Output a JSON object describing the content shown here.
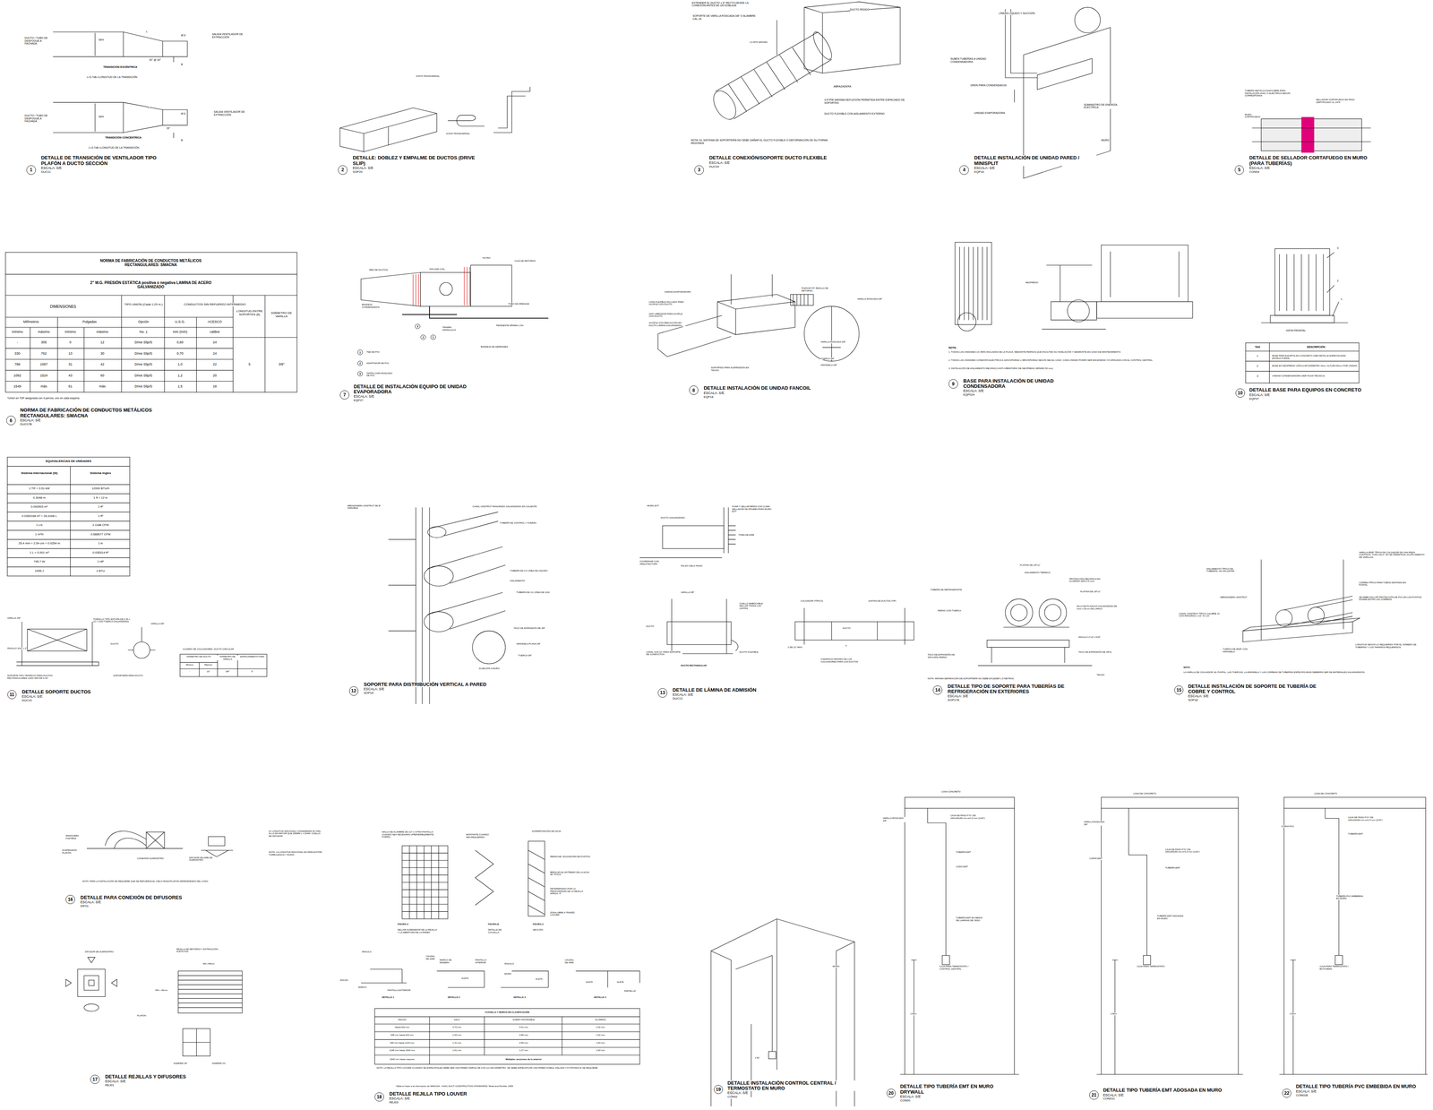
{
  "diagram": {
    "nodes": [
      {
        "text": [
          "1"
        ]
      },
      {
        "text": [
          "2"
        ]
      },
      {
        "text": [
          "3"
        ]
      },
      {
        "text": [
          "4"
        ]
      },
      {
        "text": [
          "5"
        ]
      },
      {
        "text": [
          "6"
        ]
      },
      {
        "text": [
          "7"
        ]
      },
      {
        "text": [
          "1"
        ]
      },
      {
        "text": [
          "2"
        ]
      },
      {
        "text": [
          "3"
        ]
      },
      {
        "text": [
          "3"
        ]
      },
      {
        "text": [
          "2"
        ]
      },
      {
        "text": [
          "1"
        ]
      },
      {
        "text": [
          "8"
        ]
      },
      {
        "text": [
          "9"
        ]
      },
      {
        "text": [
          "10"
        ]
      },
      {
        "text": [
          "11"
        ]
      },
      {
        "text": [
          "12"
        ]
      },
      {
        "text": [
          "13"
        ]
      },
      {
        "text": [
          "14"
        ]
      },
      {
        "text": [
          "15"
        ]
      },
      {
        "text": [
          "16"
        ]
      },
      {
        "text": [
          "17"
        ]
      },
      {
        "text": [
          "18"
        ]
      },
      {
        "text": [
          "19"
        ]
      },
      {
        "text": [
          "20"
        ]
      },
      {
        "text": [
          "21"
        ]
      },
      {
        "text": [
          "22"
        ]
      }
    ],
    "labels": [
      "DUCTO / TUBO DE DESFOGUE A FACHADA",
      "SALIDA VENTILADOR DE EXTRACCIÓN",
      "L",
      "W/H",
      "Ø D",
      "15° @ 30°",
      "B",
      "TRANSICIÓN EXCÉNTRICA",
      "L=3.7xB->LONGITUD DE LA TRANSICIÓN",
      "DUCTO / TUBO DE DESFOGUE A FACHADA",
      "SALIDA VENTILADOR DE EXTRACCIÓN",
      "L",
      "W/H",
      "Ø D",
      "15°",
      "B",
      "TRANSICIÓN CONCÉNTRICA",
      "L=3.7xB->LONGITUD DE LA TRANSICIÓN",
      "DETALLE DE TRANSICIÓN DE VENTILADOR TIPO PLAFÓN A DUCTO SECCIÓN",
      "ESCALA: S/E",
      "DUC11",
      "JUNTA TRANSVERSAL",
      "JUNTA TRANSVERSAL",
      "DETALLE: DOBLEZ Y EMPALME DE DUCTOS (DRIVE SLIP)",
      "ESCALA: S/E",
      "SOP20",
      "EXTENDER EL DUCTO ± 6\" RECTO DESDE LA CONEXIÓN ANTES DE UN DOBLAJE",
      "SOPORTE DE VARILLA ROSCADA 3/8\" O ALAMBRE CAL 16",
      "DUCTO RÍGIDO",
      "1.5 MTS MÁXIMO",
      "ABRAZADERA",
      "0.5\"/PIE MÁXIMA DEFLEXIÓN PERMITIDA ENTRE ESPACIADO DE SOPORTES",
      "DUCTO FLEXIBLE CON AISLAMIENTO EXTERNO",
      "NOTA: EL SISTEMA DE SOPORTERÍA NO DEBE DAÑAR EL DUCTO FLEXIBLE O DEFORMACIÓN DE SU FORMA REDONDA",
      "DETALLE CONEXIÓN/SOPORTE DUCTO FLEXIBLE",
      "ESCALA: S/E",
      "DUC04",
      "LÍNEAS LÍQUIDO Y SUCCIÓN",
      "SUBEN TUBERÍAS A UNIDAD CONDENSADORA",
      "DREN PARA CONDENSADOS",
      "UNIDAD EVAPORADORA",
      "SUMINISTRO DE ENERGÍA ELÉCTRICA",
      "MURO",
      "DETALLE INSTALACIÓN DE UNIDAD PARED / MINISPLIT",
      "ESCALA: S/E",
      "EQP16",
      "TUBERÍA METÁLICA ENFCOBRE PARA INSTALACIÓN HVAC O ELÉCTRICA SEGÚN CORRESPONDA",
      "SELLADOR CORTAFUEGO EN PASO CERTIFICADO UL 1479",
      "MURO CORTAFUEGO",
      "DETALLE DE SELLADOR CORTAFUEGO EN MURO (PARA TUBERÍAS)",
      "ESCALA: S/E",
      "CON04",
      "NORMA DE FABRICACIÓN DE CONDUCTOS METÁLICOS RECTANGULARES: SMACNA",
      "2\" W.G. PRESIÓN ESTÁTICA positiva o negativa LAMINA DE ACERO GALVANIZADO",
      "DIMENSIONES",
      "TIPO UNION (Cada 1,20 m.)",
      "CONDUCTOS SIN REFUERZO INTERMEDIO",
      "LONGITUD ENTRE SOPORTES (ft)",
      "DIÁMETRO DE VARILLA",
      "Milímetros",
      "Pulgadas",
      "Opción",
      "U.S.G.",
      "ACESCO",
      "mínimo",
      "máximo",
      "mínimo",
      "máximo",
      "No. 1",
      "mm (mín)",
      "calibre",
      "-",
      "305",
      "0",
      "12",
      "Drive Slip/S",
      "0,60",
      "24",
      "330",
      "762",
      "13",
      "30",
      "Drive Slip/S",
      "0,70",
      "24",
      "788",
      "1067",
      "31",
      "42",
      "Drive Slip/S",
      "1,0",
      "22",
      "1092",
      "1524",
      "43",
      "60",
      "Drive Slip/S",
      "1,2",
      "20",
      "1549",
      "más",
      "61",
      "más",
      "Drive Slip/S",
      "1,5",
      "18",
      "5",
      "3/8\"",
      "*Unión en TDF asegurada con 4 pernos, uno en cada esquina.",
      "NORMA DE FABRICACIÓN DE CONDUCTOS METÁLICOS RECTANGULARES: SMACNA",
      "ESCALA: S/E",
      "DUC07B",
      "EQUIVALENCIAS DE UNIDADES",
      "Sistema Internacional (SI)",
      "Sistema Ingles",
      "1 TR = 3.51 kW",
      "12000 BTU/h",
      "0.3048 m",
      "1 ft = 12 in",
      "0.092903 m²",
      "1 ft²",
      "0.0283168 m³ = 28.3168 L",
      "1 ft³",
      "1 L/s",
      "2.1188 CFM",
      "1 m³/h",
      "0.588577 CFM",
      "25.4 mm = 2.54 cm = 0.0254 m",
      "1 in",
      "1 L = 0.001 m³",
      "0.035314 ft³",
      "745.7 W",
      "1 HP",
      "1055 J",
      "1 BTU",
      "RED DE DUCTOS",
      "FAN AND COIL",
      "FILTRO",
      "CAJA DE RETORNO",
      "TUBO DE DRENAJE",
      "PENDIENTE MÍNIMA 1.0%",
      "TRAMPA HIDRAULICA",
      "BANDEJA CONDENSADOS",
      "BANDEJA DE DERRAMES",
      "TEE DE PVC",
      "ADAPTADOR DE PVC",
      "TAPÓN CAPA ROSCADO DE PVC",
      "DETALLE DE INSTALACIÓN EQUIPO DE UNIDAD EVAPORADORA",
      "ESCALA: S/E",
      "EQP27",
      "UNIDAD EVAPORADORA",
      "LONA FLEXIBLE INCLUIDO PARA ACOPLE CON DUCTO",
      "ANTI-VIBRADOR PARA ACOPLE CON DUCTO",
      "ACOPLE CON REDUCCIÓN EN DUCTO LÁMINA GALVANIZADA",
      "SOPORTES PARA SUSPENSIÓN EN TECHO",
      "PLENUM P.P. REJILLA DE RETORNO",
      "VARILLA ROSCADA 3/8\"",
      "VARILLA ROSCADA 3/8\"",
      "TUERCA 3/8\"",
      "ARANDELA 3/8\"",
      "DETALLE INSTALACIÓN DE UNIDAD FANCOIL",
      "ESCALA: S/E",
      "EQP18",
      "NEOPRENO",
      "NOTA:",
      "1. TODAS LAS UNIDADES UC IRÁN ANCLADAS DE LA PLACA, MEDIANTE PERNOS QUE FACILITEN SU NIVELACIÓN Y DESMONTE EN CASO DE MANTENIMIENTO.",
      "2. TODAS LAS UNIDADES CONEXIÓN ELÉCTRICA A 220V/1Ph/60Hz o 380V/3Ph/60Hz SEGÚN SEA EL CASO. CADA UNIDAD PODRÁ SER ENCENDIDA Y/O APAGADA CON EL CONTROL CENTRAL.",
      "3. INSTALACIÓN DE AISLAMIENTO MECÁNICO ANTI-VIBRATORIO DE NEOPRENO (MÍNIMO 50 mm).",
      "BASE PARA INSTALACIÓN DE UNIDAD CONDENSADORA",
      "ESCALA: S/E",
      "EQP024",
      "3",
      "2",
      "1",
      "VISTA FRONTAL",
      "TAG",
      "DESCRIPCIÓN",
      "1",
      "BASE PARA EQUIPOS EN CONCRETO (VER DETALLE ESPECIALIDAD ESTRUCTURAS)",
      "2",
      "BASE EN NEOPRENO CIRCULAR DIÁMETRO 10cm, ALTURA 50mm POR UNIDAD",
      "3",
      "UNIDAD CONDENSADORA (VER FICHA TÉCNICA)",
      "DETALLE BASE PARA EQUIPOS EN CONCRETO",
      "ESCALA: S/E",
      "EQP07",
      "VARILLA 3/8\"",
      "TORNILLO TIPO ESTUPA DE 6 35 x 12.7 CON TUERCA GALVANIZADA",
      "VARILLA 3/8\"",
      "DUCTO",
      "ÁNGULO 3/16\" x 2\"",
      "SOPORTE TIPO TRAPECIO PARA DUCTOS RECTANGULARES LADO MAYOR A 30\"",
      "SOPORTERÍA PARA DUCTO",
      "CUADRO DE COLGADORES: DUCTO CIRCULAR",
      "DIÁMETRO DE DUCTO",
      "DIÁMETRO DE VARILLA",
      "ESPACIAMIENTO PIES",
      "Mínimo",
      "Máximo",
      "-",
      "10\"",
      "3/8\"",
      "5'",
      "DETALLE SOPORTE DUCTOS",
      "ESCALA: S/E",
      "DUC19",
      "ABRAZADERA UNISTRUT DE Ø VARIABLE",
      "CANAL UNISTRUT RANURADO GALVANIZADO EN CALIENTE",
      "TUBERÍA DE CONTROL Y FUERZA",
      "TUBERÍA DE CU LÍNEA DE LÍQUIDO",
      "AISLAMIENTO",
      "TUBERÍA DE CU LÍNEA DE GAS",
      "TACO DE EXPANSIÓN DE 3/8\"",
      "ARANDELA PLANA 3/8\"",
      "TUERCA 3/8\"",
      "SUJECIÓN A MURO",
      "SOPORTE PARA DISTRIBUCIÓN VERTICAL A PARED",
      "ESCALA: S/E",
      "SOP16",
      "MURO EXT.",
      "FIJAR Y SELLAR BRIDA CON CLIMA SELLADOR DE PRUEBA PARA MURO EXT.",
      "DUCTO GALVANIZADO",
      "TOMA DE AIRE",
      "COORDINAR CON ARQUITECTURA",
      "FALSO CIELO RASO",
      "VARILLA 3/8\"",
      "CUELLO EMBOCABLE SELLAR TODAS LAS JUNTAS",
      "DUCTO",
      "DUCTO FLEXIBLE",
      "CANAL 3/16\"x2\" PARA SOPORTE DE CONDUCTOS",
      "DUCTO RECTANGULAR",
      "COLGADOR (TÍPICO)",
      "JUNTAS DE DUCTOS (TIP)",
      "DUCTO",
      "2 DE 12\" MAX.",
      "X",
      "X=ESPACIO MÁXIMO DE LOS COLGADORES PARA LOS DUCTOS",
      "DETALLE DE LÁMINA DE ADMISIÓN",
      "ESCALA: S/E",
      "DUC13",
      "PLATINA DE 1/8\"x1\"",
      "AISLAMIENTO TÉRMICO",
      "TUBERÍA DE REFRIGERANTE",
      "PROTECCIÓN MECÁNICA EN ALUMINIO (MIN 0.5 mm)",
      "PLATINA DE 1/8\"x1\"",
      "PERNO CON TUERCA",
      "SILLA DE PLANCHA GALVANIZADA DE 1mm x 30 cm DE LARGO",
      "ÁNGULO 2\"x2\"x 3/16\"",
      "TACO DE EXPANSIÓN DE 3/8\"ø MÁS PERNO",
      "TACO DE EXPANSIÓN DE 3/8\"ø",
      "TECHO",
      "NOTA: MÁXIMA SEPARACIÓN DE SOPORTERÍA NO DEBE EXCEDER 1.5 METROS",
      "DETALLE TIPO DE SOPORTE PARA TUBERÍAS DE REFRIGERACIÓN EN EXTERIORES",
      "ESCALA: S/E",
      "SOP17A",
      "AISLAMIENTO TÍPICO DE TUBERÍAS. NO APLASTAR.",
      "VARILLA Ø3/8\" TÍPICA DE COLGADOR DE UNA PIEZA CONTINUA, TODO HILO. NO SE PERMITE EL ACOPLAMIENTO DE VARILLAS",
      "CORREA TÍPICA PARA TUBOS MONTADA EN PUNTAL",
      "ABRAZADERA UNISTRUT",
      "SE DEBE INCLUIR PROTECCIÓN DE PVC EN LOS PUNTOS DONDE ESTÁN LAS CORREAS",
      "CANAL UNISTRUT TÍPICO CALIBRE 12 CON RANURAS 1 1/2\" X1 1/2\"",
      "TUERCA DE Ø3/8\" CON ARANDELA",
      "LONGITUD SEGÚN LO REQUERIDO POR EL NÚMERO DE TUBERÍAS Y LOS TAMAÑOS REQUERIDOS",
      "NOTA:",
      "LA VARILLA DE COLGADOR, EL PUNTAL, LAS TUERCAS, LA ARANDELA Y LAS CORREAS DE TUBERÍAS ESPECIFICADAS DEBERÁN SER DE MATERIALES GALVANIZADOS.",
      "DETALLE INSTALACIÓN DE SOPORTE DE TUBERÍA DE COBRE Y CONTROL",
      "ESCALA: S/E",
      "SOP18",
      "MANGUERA FLEXIBLE",
      "SUSPENSIÓN PLAFÓN",
      "CONEXIÓN SUMINISTRO",
      "DIFUSOR DE AIRE DE SUMINISTRO",
      "A= LONGITUD ADICIONAL CONSIDERAR 30 CMS. SI LO ES MAYOR QUE 305MM L = DIAM. CUELLO DE DIFUSOR",
      "NOTA: LA LONGITUD ADICIONAL ES PARA EVITAR TURBULENCIA Y RUIDO.",
      "NOTA: PARA LA INSTALACIÓN SE REQUIERE QUE SE REFUERCE EL CIELO RASO/PLAFON DEPENDIENDO DEL CASO.",
      "DETALLE PARA CONEXIÓN DE DIFUSORES",
      "ESCALA: S/E",
      "DIF01",
      "DIFUSOR DE SUMINISTRO",
      "REJILLA DE RETORNO Y EXTRACCIÓN ALETA FIJA",
      "MN +45mm",
      "MN + 40mm",
      "PLAFON",
      "DAMPER OP",
      "DAMPER OV",
      "DETALLE REJILLAS Y DIFUSORES",
      "ESCALA: S/E",
      "REJ01",
      "MALLA DE ALAMBRE DE 1/2\" U OTRA PANTALLA CUANDO SEA NECESARIO (PREFERIBLEMENTE FUERA)",
      "MONTANTE CUANDO SEA REQUERIDO",
      "SUPERPOSICIÓN DE HOJA",
      "REMACHE, SOLDADURA DE PUNTOS",
      "BRIDA EN EL EXTREMO DE LA HOJA 45° PITCH",
      "DETERMINADO POR LA PROFUNDIDAD DE LA REJILLA APROX. 4\"",
      "ZONA LIBRE A TRAVÉS LOUVER",
      "FIGURA.A",
      "SELLAR ALREDEDOR DE LA REJILLA Y LA ABERTURA DE LA PARED",
      "FIGURA.B",
      "DETALLE DE CUCHILLA",
      "FIGURA.C",
      "SECCIÓN",
      "ÁNGULO",
      "ANCHO",
      "MARCO",
      "PANTALLA EXTERIOR",
      "CAUDAL DE AIRE",
      "MARCO DE MADERA",
      "PANTALLA INTERIOR",
      "ALETA",
      "ÁNGULO",
      "MURO",
      "ALETA",
      "CAUDAL DE AIRE",
      "ALETA",
      "ALETA",
      "PARTELUZ",
      "DETALLE 1",
      "DETALLE 2",
      "DETALLE 3",
      "DETALLE 4",
      "CUCHILLA Y MARCO DE CLASIFICACIÓN",
      "ANCHO",
      "GALV.",
      "ACERO INOXIDABLE",
      "ALUMINIO",
      "Hasta 610 mm",
      "0.70 mm",
      "0.61 mm",
      "1.02 mm",
      "635 mm hasta 914 mm",
      "1.00 mm",
      "0.80 mm",
      "1.02 mm",
      "940 mm hasta 1219 mm",
      "1.31 mm",
      "0.95 mm",
      "1.60 mm",
      "1245 mm hasta 1524 mm",
      "1.61 mm",
      "1.27 mm",
      "1.60 mm",
      "1540 mm hasta mayores",
      "Múltiples secciones de lo anterior",
      "NOTA: LA REJILLA TIPO LOUVER (CUANDO SE ESPECIFIQUE) DEBE SER UNA PARED SIMPLE DE 0.05 mm DE DIÁMETRO. SE DEBE ESPECIFICAR UNA PARED DOBLE, AISLADA Y/O PINTADA SI SE REQUIERE",
      "- Tabla en base a la información de SMACNA - HVAC DUCT CONSTRUCTION STANDARDS. Metal and Flexible. 2005",
      "DETALLE REJILLA TIPO LOUVER",
      "ESCALA: S/E",
      "REJ03",
      "MURO",
      "1.50",
      "DETALLE INSTALACIÓN CONTROL CENTRAL / TERMOSTATO EN MURO",
      "ESCALA: S/E",
      "CON02",
      "LOSA CONCRETO",
      "VARILLA ROSCADA 3/8\"",
      "CAJA DE PASO F°G° DE 100x100x50 mm e=1.5 mm (1/16\")",
      "TUBERÍA EMT",
      "CODO EMT",
      "TUBERÍA EMT EN MEDIO DE LAMINAS DE YESO",
      "CAJA PARA TERMOSTATO / CONTROL CENTRAL",
      "1.50m",
      "DETALLE TIPO TUBERÍA EMT EN MURO DRYWALL",
      "ESCALA: S/E",
      "CON00",
      "LOSA DE CONCRETO",
      "VARILLA ROSCADA 3/8\"",
      "CAJA DE PASO F°G° DE 100x100x50 mm e=1.5 mm (1/16\")",
      "CURVA EMT",
      "TUBERÍA EMT",
      "TUBERÍA EMT ADOSADA EN MURO",
      "CAJA PARA TERMOSTATO",
      "1.50m",
      "DETALLE TIPO TUBERÍA EMT ADOSADA EN MURO",
      "ESCALA: S/E",
      "CON01C",
      "LOSA DE CONCRETO",
      "CAJA DE PASO F°G° DE 100x100x50 mm e=1.5 mm (1/16\")",
      "CURVA PVC",
      "TUBERÍA EMT",
      "TUBERÍA PVC EMBEBIDA EN MURO",
      "CAJA PARA TERMOSTATO / BOTONERA",
      "1.50m",
      "DETALLE TIPO TUBERÍA PVC EMBEBIDA EN MURO",
      "ESCALA: S/E",
      "CON01B"
    ]
  }
}
